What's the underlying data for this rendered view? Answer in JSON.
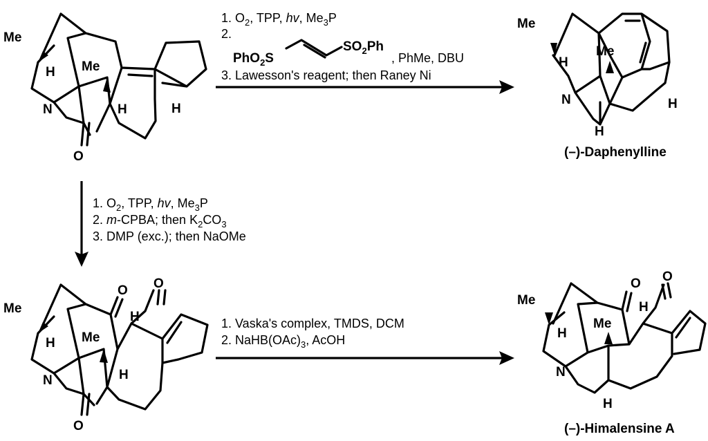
{
  "labels": {
    "me": "Me",
    "h": "H",
    "n": "N",
    "o": "O",
    "phs": "PhO",
    "phs_sub": "2",
    "phs_s": "S",
    "so2": "SO",
    "so2_sub": "2",
    "so2_ph": "Ph"
  },
  "compounds": {
    "daphenylline": "(–)-Daphenylline",
    "himalensine": "(–)-Himalensine A"
  },
  "step1": {
    "l1a": "1. O",
    "l1sub": "2",
    "l1b": ", TPP, ",
    "l1it": "hv",
    "l1c": ", Me",
    "l1sub2": "3",
    "l1d": "P",
    "l2": "2.",
    "l2b": ", PhMe, DBU",
    "l3": "3. Lawesson's reagent; then Raney Ni"
  },
  "step2": {
    "l1a": "1. O",
    "l1sub": "2",
    "l1b": ", TPP, ",
    "l1it": "hv",
    "l1c": ", Me",
    "l1sub2": "3",
    "l1d": "P",
    "l2a": "2. ",
    "l2it": "m",
    "l2b": "-CPBA; then K",
    "l2sub": "2",
    "l2c": "CO",
    "l2sub2": "3",
    "l3": "3. DMP (exc.); then NaOMe"
  },
  "step3": {
    "l1": "1. Vaska's complex, TMDS, DCM",
    "l2a": "2. NaHB(OAc)",
    "l2sub": "3",
    "l2b": ", AcOH"
  }
}
